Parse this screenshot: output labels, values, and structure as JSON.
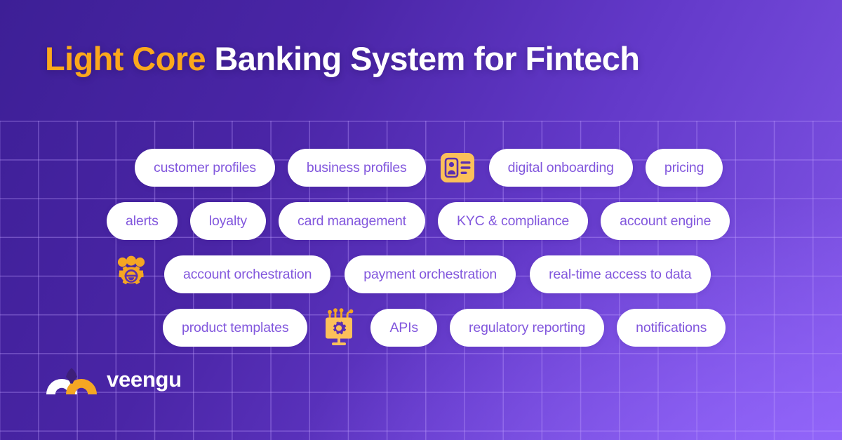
{
  "brand": {
    "accent_orange": "#fba81c",
    "pill_text_purple": "#8257dd",
    "bg_dark_purple": "#3d1f96",
    "bg_light_purple": "#8257e8",
    "logo_text": "veengu"
  },
  "title": {
    "highlight": "Light Core",
    "rest": " Banking System for Fintech"
  },
  "rows": [
    {
      "items": [
        {
          "kind": "pill",
          "label": "customer profiles"
        },
        {
          "kind": "pill",
          "label": "business profiles"
        },
        {
          "kind": "icon",
          "label": "id-card-icon"
        },
        {
          "kind": "pill",
          "label": "digital onboarding"
        },
        {
          "kind": "pill",
          "label": "pricing"
        }
      ]
    },
    {
      "items": [
        {
          "kind": "pill",
          "label": "alerts"
        },
        {
          "kind": "pill",
          "label": "loyalty"
        },
        {
          "kind": "pill",
          "label": "card management"
        },
        {
          "kind": "pill",
          "label": "KYC & compliance"
        },
        {
          "kind": "pill",
          "label": "account engine"
        }
      ]
    },
    {
      "items": [
        {
          "kind": "icon",
          "label": "people-gear-icon"
        },
        {
          "kind": "pill",
          "label": "account orchestration"
        },
        {
          "kind": "pill",
          "label": "payment orchestration"
        },
        {
          "kind": "pill",
          "label": "real-time access to data"
        }
      ]
    },
    {
      "items": [
        {
          "kind": "pill",
          "label": "product templates"
        },
        {
          "kind": "icon",
          "label": "chip-gear-icon"
        },
        {
          "kind": "pill",
          "label": "APIs"
        },
        {
          "kind": "pill",
          "label": "regulatory reporting"
        },
        {
          "kind": "pill",
          "label": "notifications"
        }
      ]
    }
  ]
}
